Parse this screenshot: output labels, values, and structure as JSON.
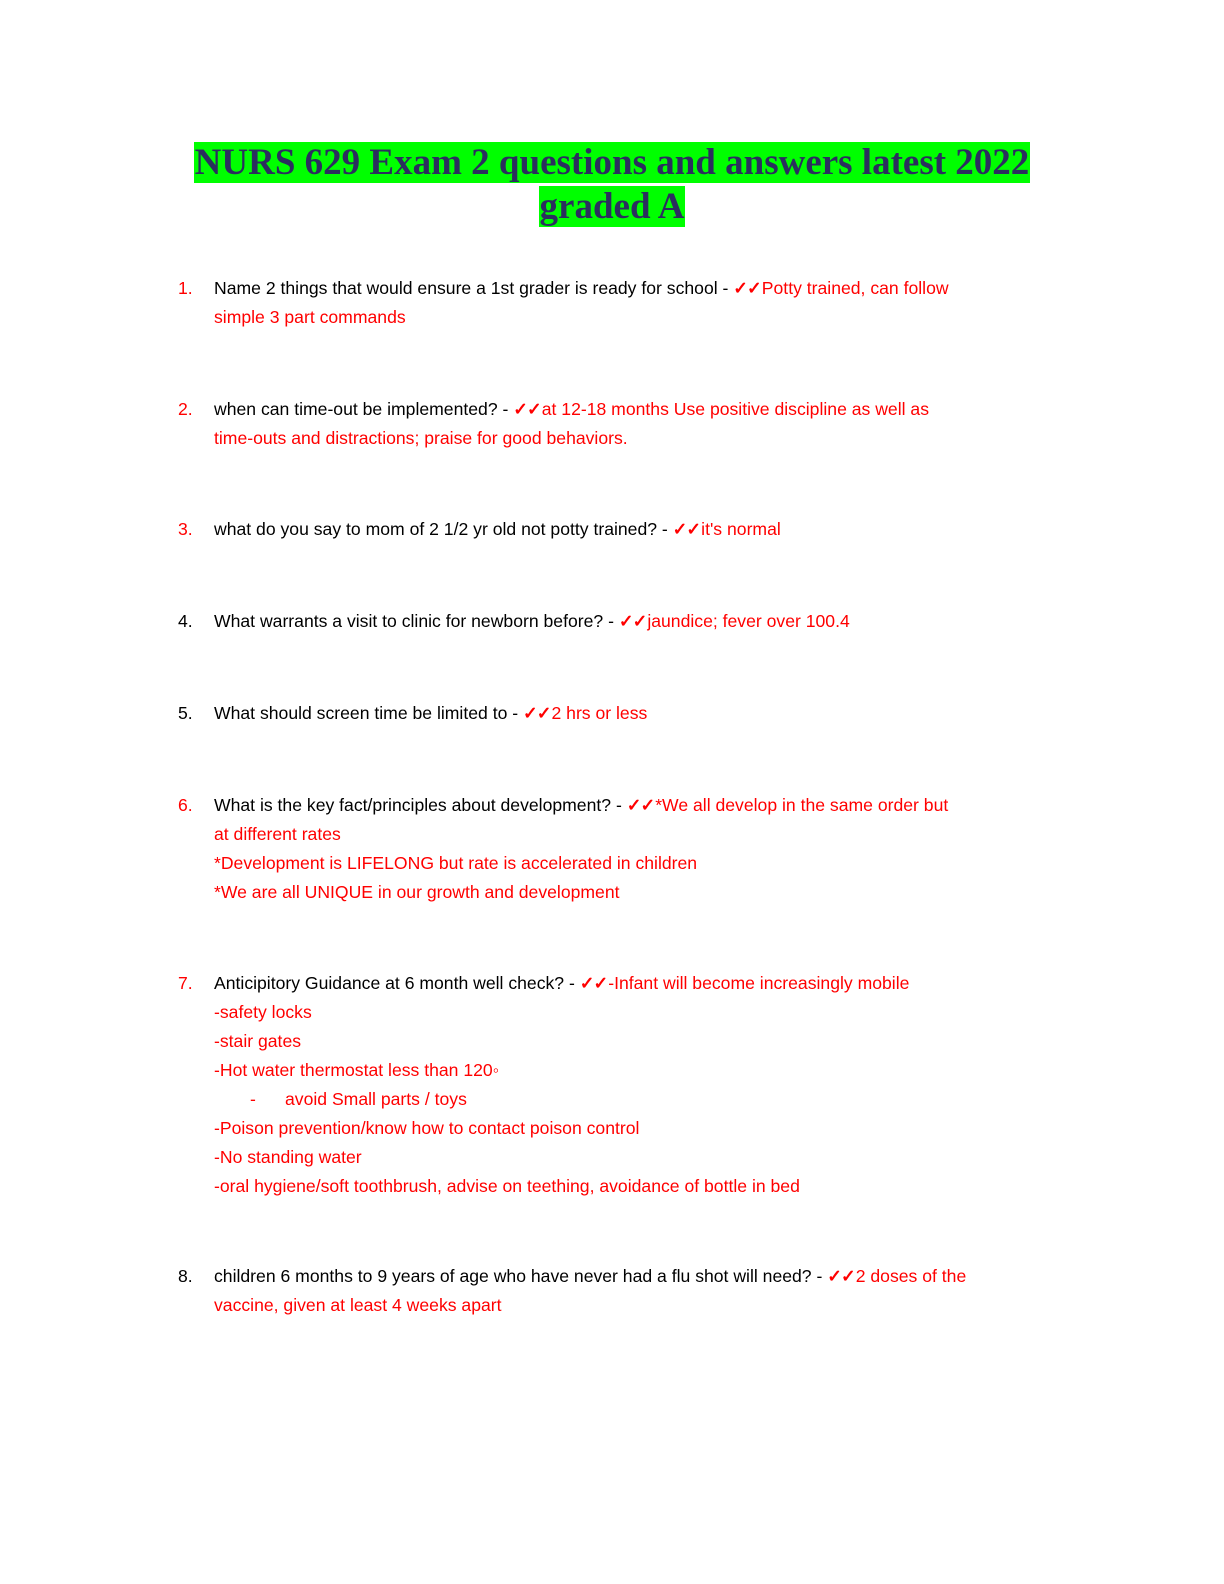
{
  "title": {
    "line1": "NURS 629 Exam 2 questions and answers latest 2022",
    "line2": "graded A"
  },
  "check_icon": "✓✓",
  "colors": {
    "highlight": "#00ff00",
    "title_text": "#2b2f5e",
    "answer": "#ff0000"
  },
  "items": [
    {
      "number": "1.",
      "question": "Name 2 things that would ensure a 1st grader is ready for school - ",
      "answer_first": "Potty trained, can follow",
      "answer_lines": [
        "simple 3 part commands"
      ]
    },
    {
      "number": "2.",
      "question": "when can time-out be implemented? - ",
      "answer_first": "at 12-18 months Use positive discipline as well as",
      "answer_lines": [
        "time-outs and distractions; praise for good behaviors."
      ]
    },
    {
      "number": "3.",
      "question": "what do you say to mom of 2 1/2 yr old not potty trained? - ",
      "answer_first": "it's normal",
      "answer_lines": []
    },
    {
      "number": "4.",
      "question": "What warrants a visit to clinic for newborn before? - ",
      "answer_first": "jaundice; fever over 100.4",
      "answer_lines": []
    },
    {
      "number": "5.",
      "question": "What should screen time be limited to - ",
      "answer_first": "2 hrs or less",
      "answer_lines": []
    },
    {
      "number": "6.",
      "question": "What is the key fact/principles about development? - ",
      "answer_first": "*We all develop in the same order but",
      "answer_lines": [
        "at different rates",
        "*Development is LIFELONG but rate is accelerated in children",
        "*We are all UNIQUE in our growth and development"
      ]
    },
    {
      "number": "7.",
      "question": "Anticipitory Guidance at 6 month well check? - ",
      "answer_first": "-Infant will become increasingly mobile",
      "answer_lines": [
        "-safety locks",
        "-stair gates",
        "-Hot water thermostat less than 120◦",
        "-Poison prevention/know how to contact poison control",
        "-No standing water",
        "-oral hygiene/soft toothbrush, advise on teething, avoidance of bottle in bed"
      ],
      "sub_bullet": {
        "dash": "-",
        "text": "avoid Small parts / toys"
      }
    },
    {
      "number": "8.",
      "question": "children 6 months to 9 years of age who have never had a flu shot will need? - ",
      "answer_first": "2 doses of the",
      "answer_lines": [
        "vaccine, given at least 4 weeks apart"
      ]
    }
  ]
}
